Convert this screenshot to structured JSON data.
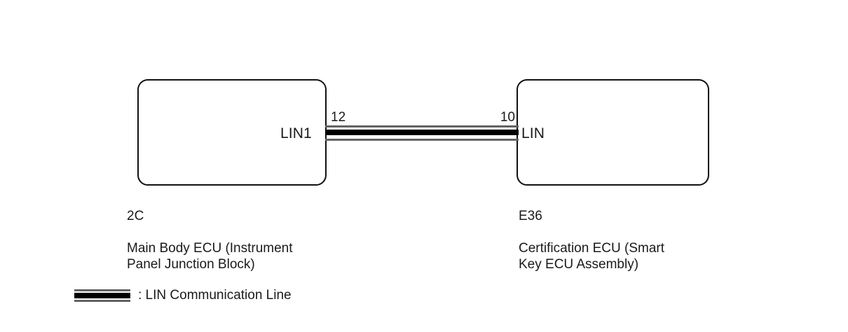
{
  "diagram": {
    "type": "lin-communication-wiring-diagram",
    "colors": {
      "box_border": "#111111",
      "wire_core": "#000000",
      "wire_edge": "#636363",
      "text": "#1a1a1a",
      "background": "#ffffff"
    },
    "nodes": [
      {
        "id": "left",
        "connector_code": "2C",
        "connector_name": "Main Body ECU (Instrument\nPanel Junction Block)",
        "port_label": "LIN1",
        "pin_number": "12"
      },
      {
        "id": "right",
        "connector_code": "E36",
        "connector_name": "Certification ECU (Smart\nKey ECU Assembly)",
        "port_label": "LIN",
        "pin_number": "10"
      }
    ],
    "connection": {
      "from_port": "LIN1",
      "from_pin": "12",
      "to_port": "LIN",
      "to_pin": "10",
      "line_type": "LIN Communication Line"
    },
    "legend": {
      "swatch_name": "lin-communication-line-swatch",
      "text": ": LIN Communication Line"
    }
  }
}
